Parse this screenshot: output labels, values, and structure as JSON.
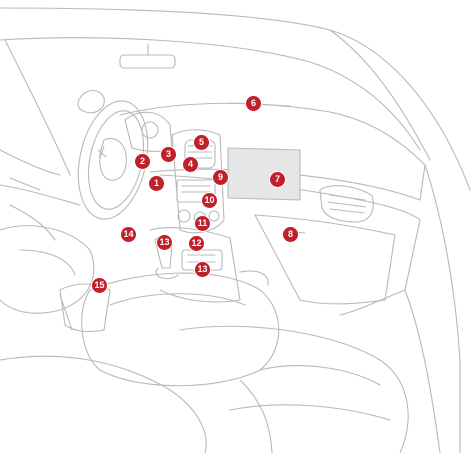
{
  "colors": {
    "line": "#b9b9b9",
    "panel": "#e6e6e6",
    "badge": "#c0202a",
    "badge_text": "#ffffff"
  },
  "callouts": [
    "1",
    "2",
    "3",
    "4",
    "5",
    "6",
    "7",
    "8",
    "9",
    "10",
    "11",
    "12",
    "13",
    "13",
    "14",
    "15"
  ]
}
